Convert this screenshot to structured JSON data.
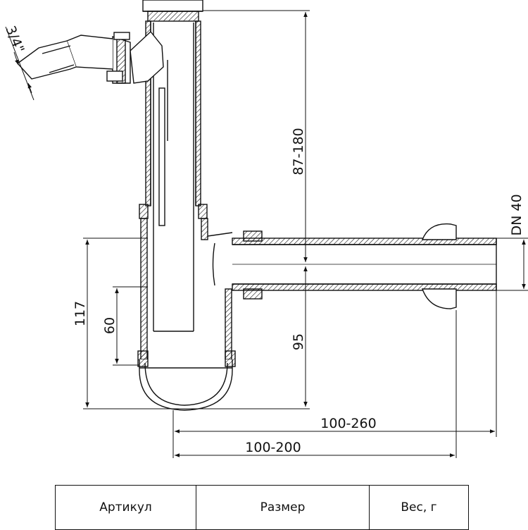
{
  "dimensions": {
    "inlet_thread": "3/4\"",
    "height_range": "87-180",
    "outlet_dn": "DN 40",
    "height_117": "117",
    "height_60": "60",
    "height_95": "95",
    "width_100_260": "100-260",
    "width_100_200": "100-200"
  },
  "table": {
    "headers": [
      "Артикул",
      "Размер",
      "Вес, г"
    ]
  },
  "colors": {
    "line": "#111111",
    "background": "#ffffff"
  }
}
